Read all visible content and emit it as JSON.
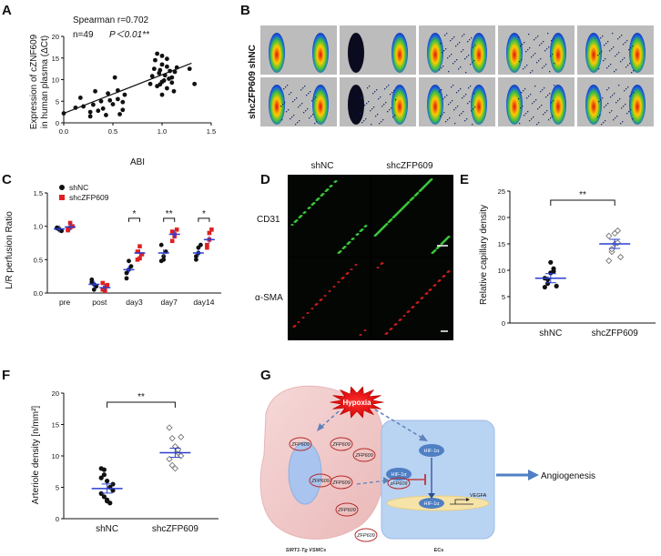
{
  "panels": {
    "A": "A",
    "B": "B",
    "C": "C",
    "D": "D",
    "E": "E",
    "F": "F",
    "G": "G"
  },
  "panel_a": {
    "stat_line1": "Spearman r=0.702",
    "stat_n": "n=49",
    "stat_p": "P＜0.01**",
    "ylabel_1": "Expression of cZNF609",
    "ylabel_2": "in human plasma (ΔCt)",
    "xlabel": "ABI"
  },
  "panel_b": {
    "row_label": "shcZFP609 shNC"
  },
  "panel_d": {
    "col1": "shNC",
    "col2": "shcZFP609",
    "row1": "CD31",
    "row2": "α-SMA"
  },
  "panel_e": {
    "sig": "**"
  },
  "panel_f": {
    "sig": "**"
  },
  "panel_g": {
    "hypoxia": "Hypoxia",
    "zfp": "ZFP609",
    "zfp_r": "zFP609",
    "hif": "HIF-1α",
    "vegfa": "VEGFA",
    "angiogenesis": "Angiogenesis",
    "vsmc": "SIRT1-Tg VSMCs",
    "ecs": "ECs"
  },
  "chart_data": [
    {
      "panel": "A",
      "type": "scatter",
      "xlabel": "ABI",
      "ylabel": "Expression of cZNF609 in human plasma (ΔCt)",
      "xlim": [
        0.0,
        1.5
      ],
      "ylim": [
        0,
        20
      ],
      "xticks": [
        "0.0",
        "0.5",
        "1.0",
        "1.5"
      ],
      "yticks": [
        "0",
        "5",
        "10",
        "15",
        "20"
      ],
      "points": [
        [
          0.0,
          2.2
        ],
        [
          0.12,
          3.5
        ],
        [
          0.17,
          5.8
        ],
        [
          0.2,
          3.8
        ],
        [
          0.27,
          2.5
        ],
        [
          0.3,
          4.2
        ],
        [
          0.32,
          7.3
        ],
        [
          0.35,
          2.8
        ],
        [
          0.38,
          5.0
        ],
        [
          0.4,
          3.3
        ],
        [
          0.43,
          1.8
        ],
        [
          0.45,
          6.8
        ],
        [
          0.47,
          5.2
        ],
        [
          0.5,
          4.3
        ],
        [
          0.52,
          10.5
        ],
        [
          0.55,
          7.5
        ],
        [
          0.57,
          2.0
        ],
        [
          0.6,
          4.8
        ],
        [
          0.62,
          6.5
        ],
        [
          0.55,
          5.5
        ],
        [
          0.6,
          3.0
        ],
        [
          0.27,
          1.5
        ],
        [
          0.88,
          9.0
        ],
        [
          0.9,
          10.8
        ],
        [
          0.92,
          12.5
        ],
        [
          0.93,
          14.5
        ],
        [
          0.95,
          16.0
        ],
        [
          0.95,
          8.5
        ],
        [
          0.97,
          11.5
        ],
        [
          0.98,
          12.2
        ],
        [
          1.0,
          15.5
        ],
        [
          1.0,
          13.5
        ],
        [
          1.02,
          9.8
        ],
        [
          1.03,
          11.0
        ],
        [
          1.05,
          8.0
        ],
        [
          1.05,
          13.0
        ],
        [
          1.07,
          10.2
        ],
        [
          1.08,
          12.0
        ],
        [
          1.1,
          9.3
        ],
        [
          1.1,
          10.5
        ],
        [
          1.12,
          7.3
        ],
        [
          1.13,
          11.8
        ],
        [
          1.15,
          12.8
        ],
        [
          1.05,
          14.8
        ],
        [
          0.98,
          8.9
        ],
        [
          1.0,
          9.5
        ],
        [
          1.28,
          12.5
        ],
        [
          1.33,
          9.0
        ],
        [
          1.0,
          6.5
        ]
      ],
      "fit": {
        "x": [
          0.0,
          1.3
        ],
        "y": [
          2.2,
          13.8
        ]
      }
    },
    {
      "panel": "C",
      "type": "scatter",
      "ylabel": "L/R perfusion Ratio",
      "categories": [
        "pre",
        "post",
        "day3",
        "day7",
        "day14"
      ],
      "ylim": [
        0.0,
        1.5
      ],
      "yticks": [
        "0.0",
        "0.5",
        "1.0",
        "1.5"
      ],
      "series": [
        {
          "name": "shNC",
          "color": "#111111",
          "values": [
            [
              0.98,
              0.96,
              0.93,
              0.97,
              0.95
            ],
            [
              0.2,
              0.13,
              0.1,
              0.16,
              0.05
            ],
            [
              0.22,
              0.35,
              0.4,
              0.3,
              0.48
            ],
            [
              0.48,
              0.55,
              0.62,
              0.72,
              0.5
            ],
            [
              0.5,
              0.6,
              0.72,
              0.55,
              0.68
            ]
          ],
          "means": [
            0.96,
            0.13,
            0.35,
            0.6,
            0.6
          ]
        },
        {
          "name": "shcZFP609",
          "color": "#e02020",
          "values": [
            [
              0.96,
              1.05,
              1.0,
              0.94,
              0.98
            ],
            [
              0.05,
              0.08,
              0.12,
              0.15,
              0.03
            ],
            [
              0.5,
              0.7,
              0.58,
              0.62,
              0.52
            ],
            [
              0.92,
              0.85,
              0.95,
              0.78,
              0.88
            ],
            [
              0.68,
              0.8,
              0.95,
              0.72,
              0.9
            ]
          ],
          "means": [
            0.99,
            0.08,
            0.6,
            0.88,
            0.8
          ]
        }
      ],
      "significance": [
        "",
        "",
        "*",
        "**",
        "*"
      ]
    },
    {
      "panel": "E",
      "type": "scatter",
      "ylabel": "Relative capillary density",
      "categories": [
        "shNC",
        "shcZFP609"
      ],
      "ylim": [
        0,
        25
      ],
      "yticks": [
        "0",
        "5",
        "10",
        "15",
        "20",
        "25"
      ],
      "series": [
        {
          "name": "shNC",
          "values": [
            8.5,
            7.5,
            9.5,
            10.3,
            7.0,
            6.8,
            8.3,
            11.5,
            9.8
          ],
          "mean": 8.5
        },
        {
          "name": "shcZFP609",
          "values": [
            16.5,
            13.5,
            15.0,
            17.5,
            12.5,
            11.8,
            14.0,
            17.0,
            15.2
          ],
          "mean": 15.0
        }
      ],
      "significance": "**"
    },
    {
      "panel": "F",
      "type": "scatter",
      "ylabel": "Arteriole density [n/mm²]",
      "categories": [
        "shNC",
        "shcZFP609"
      ],
      "ylim": [
        0,
        20
      ],
      "yticks": [
        "0",
        "5",
        "10",
        "15",
        "20"
      ],
      "series": [
        {
          "name": "shNC",
          "values": [
            8.0,
            7.0,
            6.0,
            5.0,
            4.5,
            4.0,
            3.5,
            2.8,
            2.5,
            5.5,
            6.5,
            7.8,
            3.0
          ],
          "mean": 4.8
        },
        {
          "name": "shcZFP609",
          "values": [
            14.5,
            12.8,
            11.5,
            10.5,
            10.0,
            9.5,
            8.5,
            8.0,
            11.0,
            13.0
          ],
          "mean": 10.5
        }
      ],
      "significance": "**"
    }
  ]
}
